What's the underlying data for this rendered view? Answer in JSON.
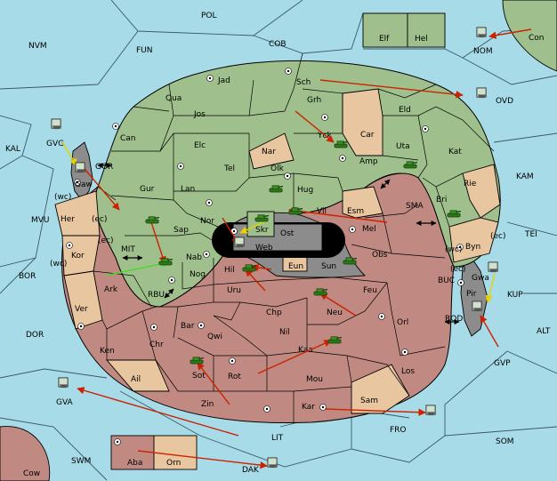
{
  "map": {
    "sea_color": "#a8dbe8",
    "colors": {
      "green": "#9fc08c",
      "red": "#c08a82",
      "tan": "#e8c6a0",
      "gray": "#8c8c8c",
      "black": "#000000"
    }
  },
  "seas": [
    {
      "id": "pol",
      "label": "POL"
    },
    {
      "id": "nvm",
      "label": "NVM"
    },
    {
      "id": "fun",
      "label": "FUN"
    },
    {
      "id": "cob",
      "label": "COB"
    },
    {
      "id": "nom",
      "label": "NOM"
    },
    {
      "id": "con",
      "label": "Con"
    },
    {
      "id": "ovd",
      "label": "OVD"
    },
    {
      "id": "kal",
      "label": "KAL"
    },
    {
      "id": "kam",
      "label": "KAM"
    },
    {
      "id": "mvu",
      "label": "MVU"
    },
    {
      "id": "bor",
      "label": "BOR"
    },
    {
      "id": "tei",
      "label": "TEI"
    },
    {
      "id": "dor",
      "label": "DOR"
    },
    {
      "id": "alt",
      "label": "ALT"
    },
    {
      "id": "gva",
      "label": "GVA"
    },
    {
      "id": "gvp",
      "label": "GVP"
    },
    {
      "id": "lit",
      "label": "LIT"
    },
    {
      "id": "fro",
      "label": "FRO"
    },
    {
      "id": "som",
      "label": "SOM"
    },
    {
      "id": "swm",
      "label": "SWM"
    },
    {
      "id": "cow",
      "label": "Cow"
    },
    {
      "id": "dak",
      "label": "DAK"
    },
    {
      "id": "gor",
      "label": "GOR"
    },
    {
      "id": "mit",
      "label": "MIT"
    },
    {
      "id": "rbu",
      "label": "RBU"
    },
    {
      "id": "sma",
      "label": "SMA"
    },
    {
      "id": "buc",
      "label": "BUC"
    },
    {
      "id": "kup",
      "label": "KUP"
    },
    {
      "id": "rod",
      "label": "ROD"
    },
    {
      "id": "gvg",
      "label": "GVG"
    }
  ],
  "provinces": [
    {
      "id": "elf",
      "label": "Elf",
      "color": "green"
    },
    {
      "id": "hel",
      "label": "Hel",
      "color": "green"
    },
    {
      "id": "jad",
      "label": "Jad",
      "color": "green"
    },
    {
      "id": "sch",
      "label": "Sch",
      "color": "green"
    },
    {
      "id": "qua",
      "label": "Qua",
      "color": "green"
    },
    {
      "id": "jos",
      "label": "Jos",
      "color": "green"
    },
    {
      "id": "grh",
      "label": "Grh",
      "color": "green"
    },
    {
      "id": "eld",
      "label": "Eld",
      "color": "green"
    },
    {
      "id": "can",
      "label": "Can",
      "color": "green"
    },
    {
      "id": "yck",
      "label": "Yck",
      "color": "green"
    },
    {
      "id": "car",
      "label": "Car",
      "color": "tan"
    },
    {
      "id": "uta",
      "label": "Uta",
      "color": "green"
    },
    {
      "id": "elc",
      "label": "Elc",
      "color": "green"
    },
    {
      "id": "nar",
      "label": "Nar",
      "color": "tan"
    },
    {
      "id": "amp",
      "label": "Amp",
      "color": "green"
    },
    {
      "id": "kat",
      "label": "Kat",
      "color": "green"
    },
    {
      "id": "tel",
      "label": "Tel",
      "color": "green"
    },
    {
      "id": "olk",
      "label": "Olk",
      "color": "green"
    },
    {
      "id": "gur",
      "label": "Gur",
      "color": "green"
    },
    {
      "id": "lan",
      "label": "Lan",
      "color": "green"
    },
    {
      "id": "hug",
      "label": "Hug",
      "color": "green"
    },
    {
      "id": "rie",
      "label": "Rie",
      "color": "tan"
    },
    {
      "id": "gaw",
      "label": "Gaw",
      "color": "gray"
    },
    {
      "id": "bri",
      "label": "Bri",
      "color": "red"
    },
    {
      "id": "esm",
      "label": "Esm",
      "color": "tan"
    },
    {
      "id": "vil",
      "label": "Vil",
      "color": "red"
    },
    {
      "id": "nor",
      "label": "Nor",
      "color": "green"
    },
    {
      "id": "skr",
      "label": "Skr",
      "color": "green"
    },
    {
      "id": "her",
      "label": "Her",
      "color": "tan"
    },
    {
      "id": "sap",
      "label": "Sap",
      "color": "green"
    },
    {
      "id": "mel",
      "label": "Mel",
      "color": "red"
    },
    {
      "id": "ost",
      "label": "Ost",
      "color": "gray"
    },
    {
      "id": "web",
      "label": "Web",
      "color": "gray"
    },
    {
      "id": "byn",
      "label": "Byn",
      "color": "tan"
    },
    {
      "id": "kor",
      "label": "Kor",
      "color": "tan"
    },
    {
      "id": "nab",
      "label": "Nab",
      "color": "red"
    },
    {
      "id": "obs",
      "label": "Obs",
      "color": "red"
    },
    {
      "id": "eun",
      "label": "Eun",
      "color": "tan"
    },
    {
      "id": "sun",
      "label": "Sun",
      "color": "gray"
    },
    {
      "id": "gwa",
      "label": "Gwa",
      "color": "gray"
    },
    {
      "id": "hil",
      "label": "Hil",
      "color": "red"
    },
    {
      "id": "nog",
      "label": "Nog",
      "color": "red"
    },
    {
      "id": "ark",
      "label": "Ark",
      "color": "red"
    },
    {
      "id": "uru",
      "label": "Uru",
      "color": "red"
    },
    {
      "id": "feu",
      "label": "Feu",
      "color": "red"
    },
    {
      "id": "pir",
      "label": "Pir",
      "color": "gray"
    },
    {
      "id": "ver",
      "label": "Ver",
      "color": "tan"
    },
    {
      "id": "chp",
      "label": "Chp",
      "color": "red"
    },
    {
      "id": "neu",
      "label": "Neu",
      "color": "red"
    },
    {
      "id": "orl",
      "label": "Orl",
      "color": "red"
    },
    {
      "id": "bar",
      "label": "Bar",
      "color": "red"
    },
    {
      "id": "qwi",
      "label": "Qwi",
      "color": "red"
    },
    {
      "id": "nil",
      "label": "Nil",
      "color": "red"
    },
    {
      "id": "chr",
      "label": "Chr",
      "color": "red"
    },
    {
      "id": "ken",
      "label": "Ken",
      "color": "red"
    },
    {
      "id": "kaa",
      "label": "Kaa",
      "color": "red"
    },
    {
      "id": "los",
      "label": "Los",
      "color": "red"
    },
    {
      "id": "ail",
      "label": "Ail",
      "color": "tan"
    },
    {
      "id": "sot",
      "label": "Sot",
      "color": "red"
    },
    {
      "id": "rot",
      "label": "Rot",
      "color": "red"
    },
    {
      "id": "mou",
      "label": "Mou",
      "color": "red"
    },
    {
      "id": "zin",
      "label": "Zin",
      "color": "red"
    },
    {
      "id": "kar",
      "label": "Kar",
      "color": "red"
    },
    {
      "id": "sam",
      "label": "Sam",
      "color": "tan"
    },
    {
      "id": "aba",
      "label": "Aba",
      "color": "red"
    },
    {
      "id": "orn",
      "label": "Orn",
      "color": "tan"
    }
  ],
  "coast_marks": [
    {
      "id": "wc-gaw",
      "label": "(wc)"
    },
    {
      "id": "ec-gaw",
      "label": "(ec)"
    },
    {
      "id": "ec-kor",
      "label": "(ec)"
    },
    {
      "id": "wc-kor",
      "label": "(wc)"
    },
    {
      "id": "ec-byn",
      "label": "(ec)"
    },
    {
      "id": "wc-gwa",
      "label": "(wc)"
    },
    {
      "id": "ec-gwa",
      "label": "(ec)"
    }
  ],
  "icons": {
    "supply_center": "supply-center-icon",
    "army": "tank-icon",
    "fleet": "ship-icon",
    "move_order": "move-arrow-icon",
    "support_order": "support-arrow-icon",
    "strait": "double-arrow-icon"
  }
}
